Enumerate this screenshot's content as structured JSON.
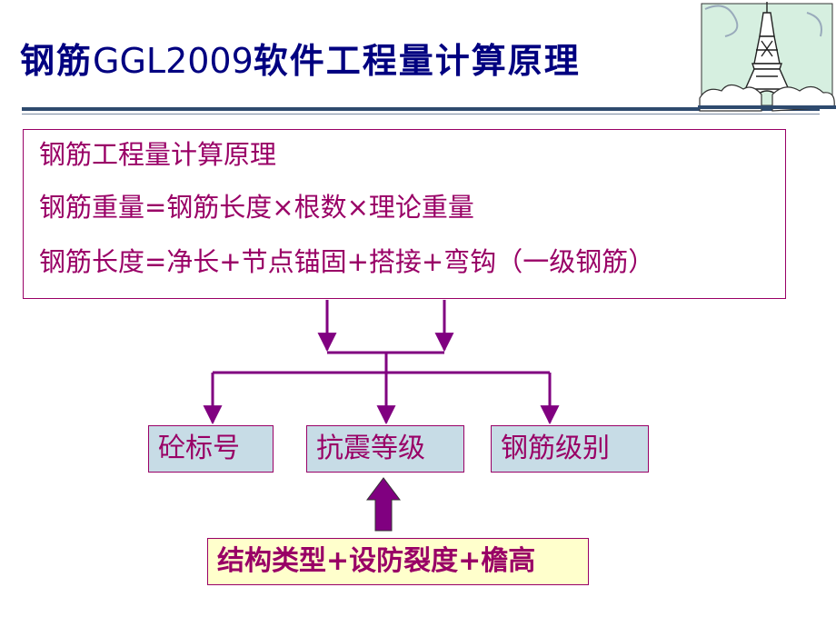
{
  "slide": {
    "title_prefix": "钢筋",
    "title_latin": "GGL2009",
    "title_suffix": "软件工程量计算原理"
  },
  "formula_box": {
    "lines": [
      "钢筋工程量计算原理",
      "钢筋重量=钢筋长度×根数×理论重量",
      "钢筋长度=净长+节点锚固+搭接+弯钩（一级钢筋）"
    ]
  },
  "categories": [
    "砼标号",
    "抗震等级",
    "钢筋级别"
  ],
  "factors": "结构类型+设防裂度+檐高",
  "colors": {
    "title": "#000080",
    "accent": "#990066",
    "arrow": "#800080",
    "category_bg": "#c7dce6",
    "factor_bg": "#ffffcc",
    "rule": "#2e4a6e"
  },
  "icons": [
    "eiffel-tower-clipart"
  ]
}
